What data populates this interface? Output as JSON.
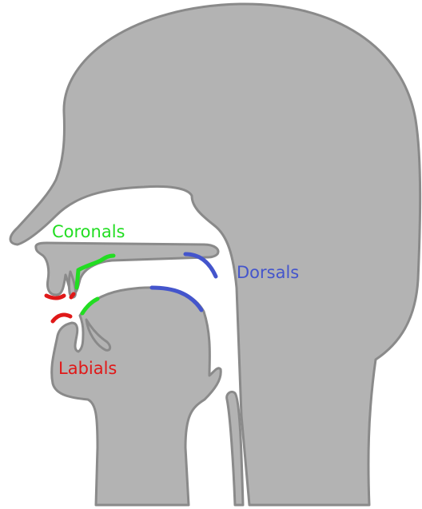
{
  "labels": {
    "coronals": "Coronals",
    "dorsals": "Dorsals",
    "labials": "Labials"
  },
  "colors": {
    "head_fill": "#b3b3b3",
    "outline": "#8a8a8a",
    "coronals": "#22dd22",
    "dorsals": "#4455cc",
    "labials": "#e01818"
  }
}
